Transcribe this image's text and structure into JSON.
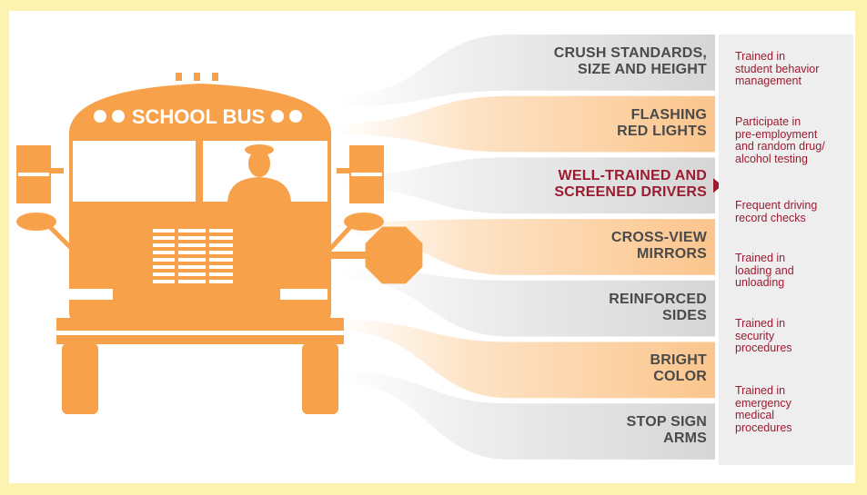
{
  "bus": {
    "sign": "SCHOOL BUS"
  },
  "features": [
    {
      "label": "CRUSH STANDARDS,\nSIZE AND HEIGHT",
      "highlight": false,
      "band": "gray"
    },
    {
      "label": "FLASHING\nRED LIGHTS",
      "highlight": false,
      "band": "orange"
    },
    {
      "label": "WELL-TRAINED AND\nSCREENED DRIVERS",
      "highlight": true,
      "band": "gray"
    },
    {
      "label": "CROSS-VIEW\nMIRRORS",
      "highlight": false,
      "band": "orange"
    },
    {
      "label": "REINFORCED\nSIDES",
      "highlight": false,
      "band": "gray"
    },
    {
      "label": "BRIGHT\nCOLOR",
      "highlight": false,
      "band": "orange"
    },
    {
      "label": "STOP SIGN\nARMS",
      "highlight": false,
      "band": "gray"
    }
  ],
  "driver_details": [
    "Trained in\nstudent behavior\nmanagement",
    "Participate in\npre-employment\nand random drug/\nalcohol testing",
    "Frequent driving\nrecord checks",
    "Trained in\nloading and\nunloading",
    "Trained in\nsecurity\nprocedures",
    "Trained in\nemergency\nmedical\nprocedures"
  ],
  "colors": {
    "bus_orange": "#f7a24b",
    "band_orange": "#fcd3a8",
    "band_gray": "#dcdcdc",
    "highlight": "#9b1b30",
    "background": "#fdf3b0"
  }
}
